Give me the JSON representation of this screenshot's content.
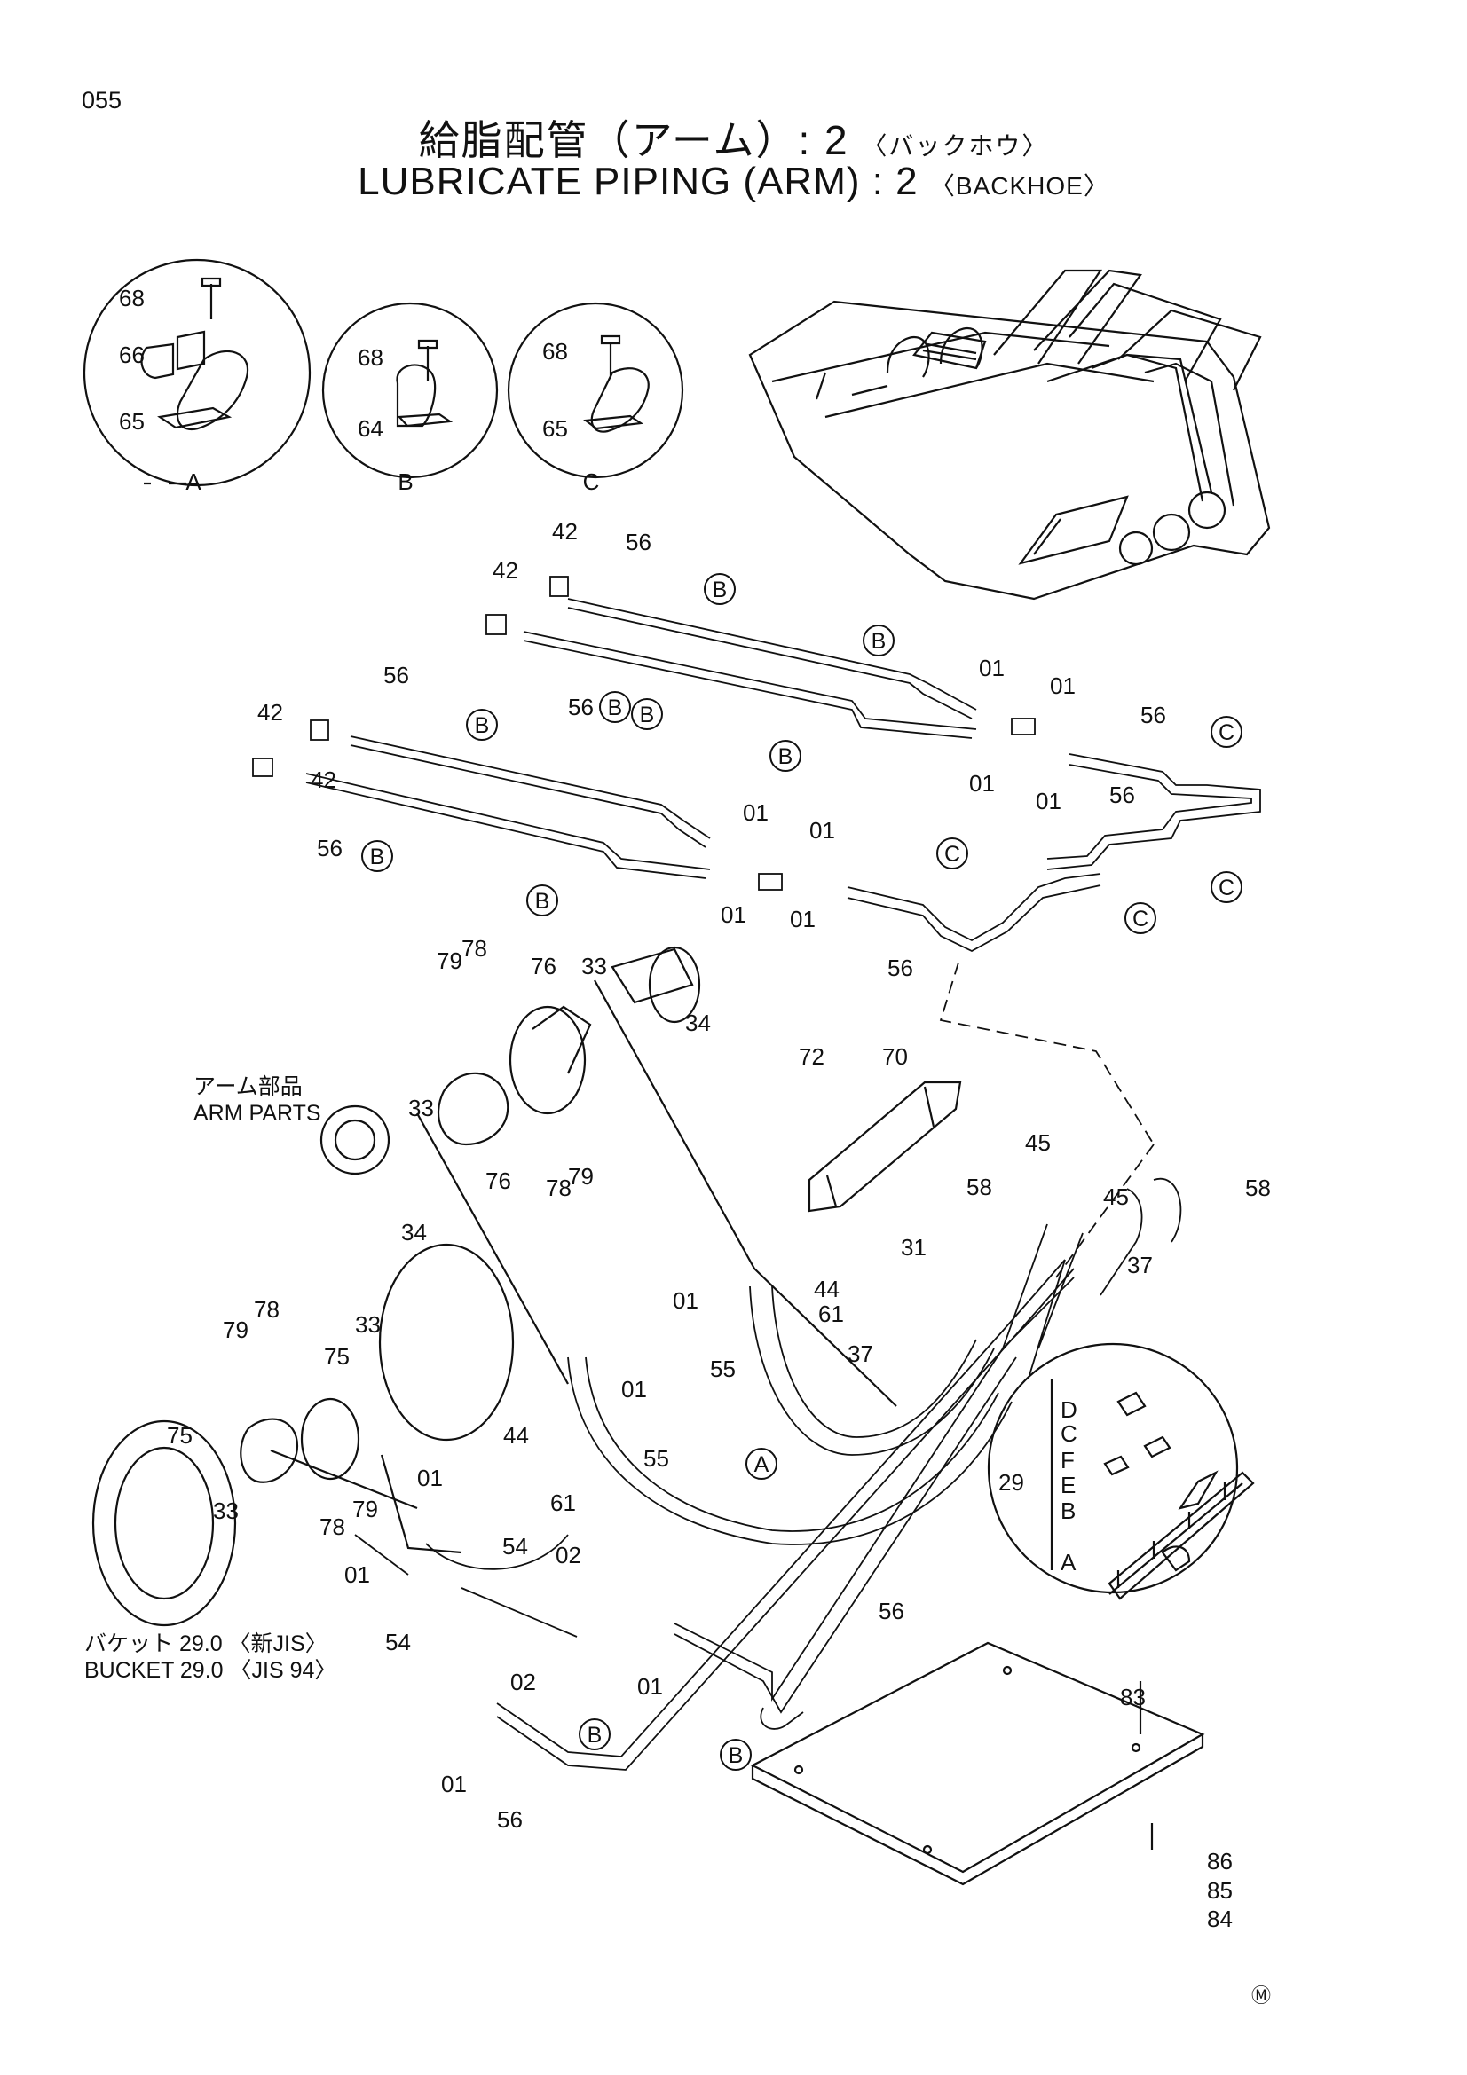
{
  "header": {
    "page_number": "055",
    "title_jp": "給脂配管（アーム）: 2",
    "title_jp_sub": "〈バックホウ〉",
    "title_en": "LUBRICATE PIPING (ARM) : 2",
    "title_en_sub": "〈BACKHOE〉"
  },
  "captions": {
    "arm_parts_jp": "アーム部品",
    "arm_parts_en": "ARM PARTS",
    "bucket_jp": "バケット 29.0 〈新JIS〉",
    "bucket_en": "BUCKET 29.0 〈JIS 94〉"
  },
  "details": [
    {
      "name": "A",
      "parts": [
        "68",
        "66",
        "65"
      ]
    },
    {
      "name": "B",
      "parts": [
        "68",
        "64"
      ]
    },
    {
      "name": "C",
      "parts": [
        "68",
        "65"
      ]
    }
  ],
  "callouts": [
    "42",
    "42",
    "56",
    "42",
    "42",
    "56",
    "56",
    "56",
    "56",
    "56",
    "56",
    "01",
    "01",
    "01",
    "01",
    "01",
    "01",
    "01",
    "01",
    "79",
    "78",
    "76",
    "33",
    "34",
    "33",
    "34",
    "76",
    "78",
    "79",
    "72",
    "70",
    "45",
    "45",
    "58",
    "58",
    "31",
    "37",
    "37",
    "01",
    "44",
    "61",
    "55",
    "79",
    "78",
    "75",
    "33",
    "75",
    "33",
    "78",
    "79",
    "01",
    "44",
    "55",
    "61",
    "01",
    "01",
    "54",
    "54",
    "02",
    "02",
    "01",
    "56",
    "01",
    "56",
    "83",
    "86",
    "85",
    "84"
  ],
  "detail_29": {
    "part": "29",
    "letters": [
      "D",
      "C",
      "F",
      "E",
      "B",
      "A"
    ]
  },
  "circle_letters": [
    "B",
    "B",
    "B",
    "B",
    "B",
    "B",
    "B",
    "B",
    "C",
    "C",
    "C",
    "C",
    "A",
    "B",
    "B"
  ],
  "corner_mark": "Ⓜ"
}
